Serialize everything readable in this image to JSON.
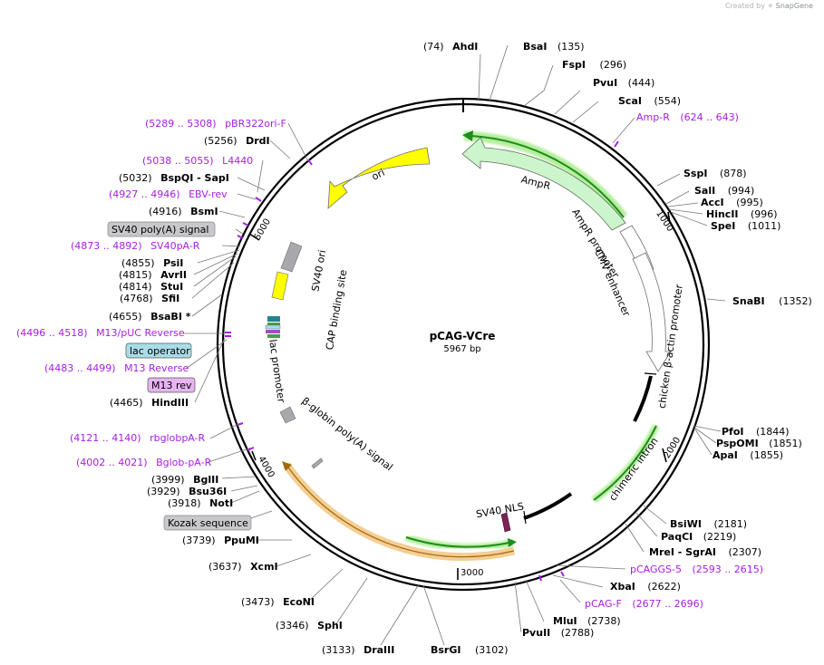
{
  "credit": {
    "prefix": "Created by",
    "brand": "SnapGene"
  },
  "plasmid": {
    "name": "pCAG-VCre",
    "size": "5967 bp",
    "length": 5967
  },
  "colors": {
    "enzyme_label": "#000000",
    "primer_label": "#a61ee6",
    "feature_gray": "#a8a8ad",
    "promoter_fill": "#ffffff",
    "ampR_fill": "#ccf5cc",
    "ori_fill": "#ffff00",
    "intron_green": "#1e8c1e",
    "orange_glow": "#f2c277",
    "lac_operator_fill": "#a9dce6",
    "m13_fill": "#e8b3f2",
    "nls_fill": "#7a2452"
  },
  "ticks": [
    "1000",
    "2000",
    "3000",
    "4000",
    "5000"
  ],
  "enzymes": [
    {
      "name": "AhdI",
      "pos": "(74)",
      "side": "left"
    },
    {
      "name": "BsaI",
      "pos": "(135)",
      "side": "right"
    },
    {
      "name": "FspI",
      "pos": "(296)",
      "side": "right"
    },
    {
      "name": "PvuI",
      "pos": "(444)",
      "side": "right"
    },
    {
      "name": "ScaI",
      "pos": "(554)",
      "side": "right"
    },
    {
      "name": "SspI",
      "pos": "(878)",
      "side": "right"
    },
    {
      "name": "SalI",
      "pos": "(994)",
      "side": "right"
    },
    {
      "name": "AccI",
      "pos": "(995)",
      "side": "right"
    },
    {
      "name": "HincII",
      "pos": "(996)",
      "side": "right"
    },
    {
      "name": "SpeI",
      "pos": "(1011)",
      "side": "right"
    },
    {
      "name": "SnaBI",
      "pos": "(1352)",
      "side": "right"
    },
    {
      "name": "PfoI",
      "pos": "(1844)",
      "side": "right"
    },
    {
      "name": "PspOMI",
      "pos": "(1851)",
      "side": "right"
    },
    {
      "name": "ApaI",
      "pos": "(1855)",
      "side": "right"
    },
    {
      "name": "BsiWI",
      "pos": "(2181)",
      "side": "right"
    },
    {
      "name": "PaqCI",
      "pos": "(2219)",
      "side": "right"
    },
    {
      "name": "MreI - SgrAI",
      "pos": "(2307)",
      "side": "right"
    },
    {
      "name": "XbaI",
      "pos": "(2622)",
      "side": "right"
    },
    {
      "name": "MluI",
      "pos": "(2738)",
      "side": "right"
    },
    {
      "name": "PvuII",
      "pos": "(2788)",
      "side": "right"
    },
    {
      "name": "BsrGI",
      "pos": "(3102)",
      "side": "right"
    },
    {
      "name": "DraIII",
      "pos": "(3133)",
      "side": "left"
    },
    {
      "name": "SphI",
      "pos": "(3346)",
      "side": "left"
    },
    {
      "name": "EcoNI",
      "pos": "(3473)",
      "side": "left"
    },
    {
      "name": "XcmI",
      "pos": "(3637)",
      "side": "left"
    },
    {
      "name": "PpuMI",
      "pos": "(3739)",
      "side": "left"
    },
    {
      "name": "NotI",
      "pos": "(3918)",
      "side": "left"
    },
    {
      "name": "Bsu36I",
      "pos": "(3929)",
      "side": "left"
    },
    {
      "name": "BglII",
      "pos": "(3999)",
      "side": "left"
    },
    {
      "name": "HindIII",
      "pos": "(4465)",
      "side": "left"
    },
    {
      "name": "BsaBI *",
      "pos": "(4655)",
      "side": "left"
    },
    {
      "name": "SfiI",
      "pos": "(4768)",
      "side": "left"
    },
    {
      "name": "StuI",
      "pos": "(4814)",
      "side": "left"
    },
    {
      "name": "AvrII",
      "pos": "(4815)",
      "side": "left"
    },
    {
      "name": "PsiI",
      "pos": "(4855)",
      "side": "left"
    },
    {
      "name": "BsmI",
      "pos": "(4916)",
      "side": "left"
    },
    {
      "name": "BspQI - SapI",
      "pos": "(5032)",
      "side": "left"
    },
    {
      "name": "DrdI",
      "pos": "(5256)",
      "side": "left"
    }
  ],
  "primers": [
    {
      "name": "Amp-R",
      "range": "(624 .. 643)",
      "side": "right"
    },
    {
      "name": "pCAGGS-5",
      "range": "(2593 .. 2615)",
      "side": "right"
    },
    {
      "name": "pCAG-F",
      "range": "(2677 .. 2696)",
      "side": "right"
    },
    {
      "name": "Bglob-pA-R",
      "range": "(4002 .. 4021)",
      "side": "left"
    },
    {
      "name": "rbglobpA-R",
      "range": "(4121 .. 4140)",
      "side": "left"
    },
    {
      "name": "M13 Reverse",
      "range": "(4483 .. 4499)",
      "side": "left"
    },
    {
      "name": "M13/pUC Reverse",
      "range": "(4496 .. 4518)",
      "side": "left"
    },
    {
      "name": "SV40pA-R",
      "range": "(4873 .. 4892)",
      "side": "left"
    },
    {
      "name": "EBV-rev",
      "range": "(4927 .. 4946)",
      "side": "left"
    },
    {
      "name": "L4440",
      "range": "(5038 .. 5055)",
      "side": "left"
    },
    {
      "name": "pBR322ori-F",
      "range": "(5289 .. 5308)",
      "side": "left"
    }
  ],
  "boxed_labels": [
    {
      "name": "SV40 poly(A) signal",
      "style": "gray"
    },
    {
      "name": "lac operator",
      "style": "cyan"
    },
    {
      "name": "M13 rev",
      "style": "purple"
    },
    {
      "name": "Kozak sequence",
      "style": "gray"
    }
  ],
  "features": [
    {
      "name": "AmpR",
      "kind": "arrow"
    },
    {
      "name": "AmpR promoter",
      "kind": "arrow"
    },
    {
      "name": "CMV enhancer",
      "kind": "arrow"
    },
    {
      "name": "chicken β-actin promoter",
      "kind": "arrow"
    },
    {
      "name": "chimeric intron",
      "kind": "line"
    },
    {
      "name": "SV40 NLS",
      "kind": "box"
    },
    {
      "name": "ori",
      "kind": "arrow"
    },
    {
      "name": "SV40 ori",
      "kind": "box"
    },
    {
      "name": "CAP binding site",
      "kind": "box"
    },
    {
      "name": "lac promoter",
      "kind": "box"
    },
    {
      "name": "β-globin poly(A) signal",
      "kind": "box"
    }
  ]
}
